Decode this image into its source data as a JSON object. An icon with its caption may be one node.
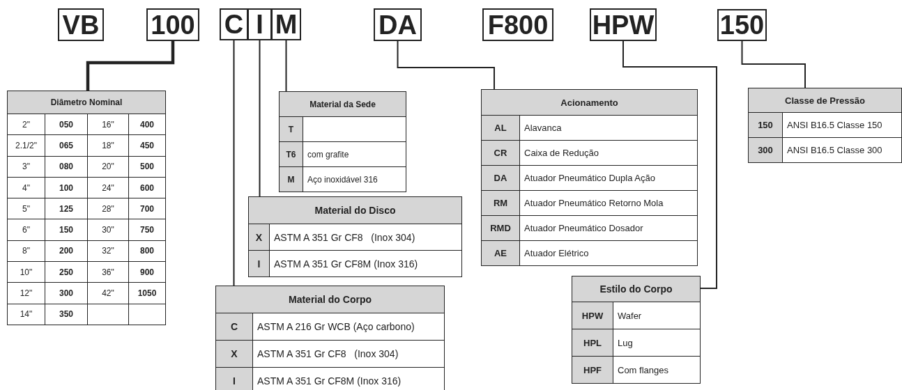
{
  "diagram": {
    "nodes": [
      {
        "text": [
          "VB"
        ]
      },
      {
        "text": [
          "100"
        ]
      },
      {
        "text": [
          "C"
        ]
      },
      {
        "text": [
          "I"
        ]
      },
      {
        "text": [
          "M"
        ]
      },
      {
        "text": [
          "DA"
        ]
      },
      {
        "text": [
          "F800"
        ]
      },
      {
        "text": [
          "HPW"
        ]
      },
      {
        "text": [
          "150"
        ]
      },
      {
        "text": [
          "Diâmetro Nominal",
          "2\"",
          "050",
          "16\"",
          "400",
          "2.1/2\"",
          "065",
          "18\"",
          "450",
          "3\"",
          "080",
          "20\"",
          "500",
          "4\"",
          "100",
          "24\"",
          "600",
          "5\"",
          "125",
          "28\"",
          "700",
          "6\"",
          "150",
          "30\"",
          "750",
          "8\"",
          "200",
          "32\"",
          "800",
          "10\"",
          "250",
          "36\"",
          "900",
          "12\"",
          "300",
          "42\"",
          "1050",
          "14\"",
          "350"
        ]
      },
      {
        "text": [
          "Material da Sede",
          "T",
          "T6",
          "com grafite",
          "M",
          "Aço inoxidável 316"
        ]
      },
      {
        "text": [
          "Material do Disco",
          "X",
          "ASTM A 351 Gr CF8   (Inox 304)",
          "I",
          "ASTM A 351 Gr CF8M (Inox 316)"
        ]
      },
      {
        "text": [
          "Material do Corpo",
          "C",
          "ASTM A 216 Gr WCB (Aço carbono)",
          "X",
          "ASTM A 351 Gr CF8   (Inox 304)",
          "I",
          "ASTM A 351 Gr CF8M (Inox 316)"
        ]
      },
      {
        "text": [
          "Acionamento",
          "AL",
          "Alavanca",
          "CR",
          "Caixa de Redução",
          "DA",
          "Atuador Pneumático Dupla Ação",
          "RM",
          "Atuador Pneumático Retorno Mola",
          "RMD",
          "Atuador Pneumático Dosador",
          "AE",
          "Atuador Elétrico"
        ]
      },
      {
        "text": [
          "Estilo do Corpo",
          "HPW",
          "Wafer",
          "HPL",
          "Lug",
          "HPF",
          "Com flanges"
        ]
      },
      {
        "text": [
          "Classe de Pressão",
          "150",
          "ANSI B16.5 Classe 150",
          "300",
          "ANSI B16.5 Classe 300"
        ]
      }
    ],
    "edges": [
      {
        "from": 1,
        "to": 9,
        "arrow": "none",
        "style": "thick"
      },
      {
        "from": 2,
        "to": 12,
        "arrow": "none"
      },
      {
        "from": 3,
        "to": 11,
        "arrow": "none"
      },
      {
        "from": 4,
        "to": 10,
        "arrow": "none"
      },
      {
        "from": 5,
        "to": 13,
        "arrow": "none"
      },
      {
        "from": 7,
        "to": 14,
        "arrow": "none"
      },
      {
        "from": 8,
        "to": 15,
        "arrow": "none"
      }
    ]
  }
}
